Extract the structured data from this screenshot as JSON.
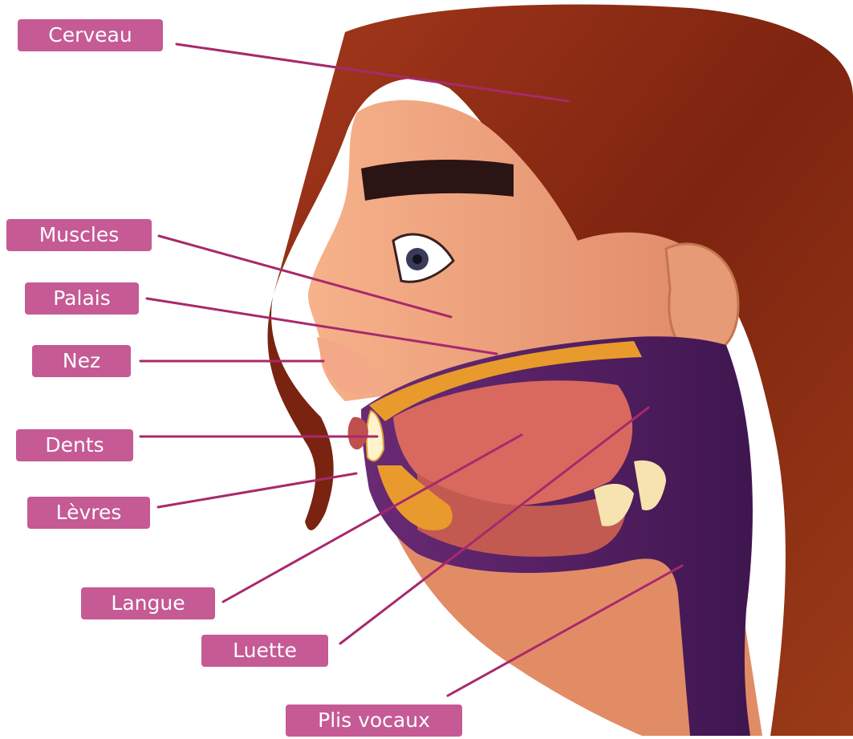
{
  "labels": {
    "cerveau": "Cerveau",
    "muscles": "Muscles",
    "palais": "Palais",
    "nez": "Nez",
    "dents": "Dents",
    "levres": "Lèvres",
    "langue": "Langue",
    "luette": "Luette",
    "plis_vocaux": "Plis vocaux"
  },
  "colors": {
    "label_bg": "#c55a95",
    "leader_line": "#a8296c",
    "hair": "#8a2a14",
    "skin": "#f2a27f",
    "throat": "#5b2366",
    "tongue": "#d9695f",
    "palate": "#e89a2c"
  }
}
